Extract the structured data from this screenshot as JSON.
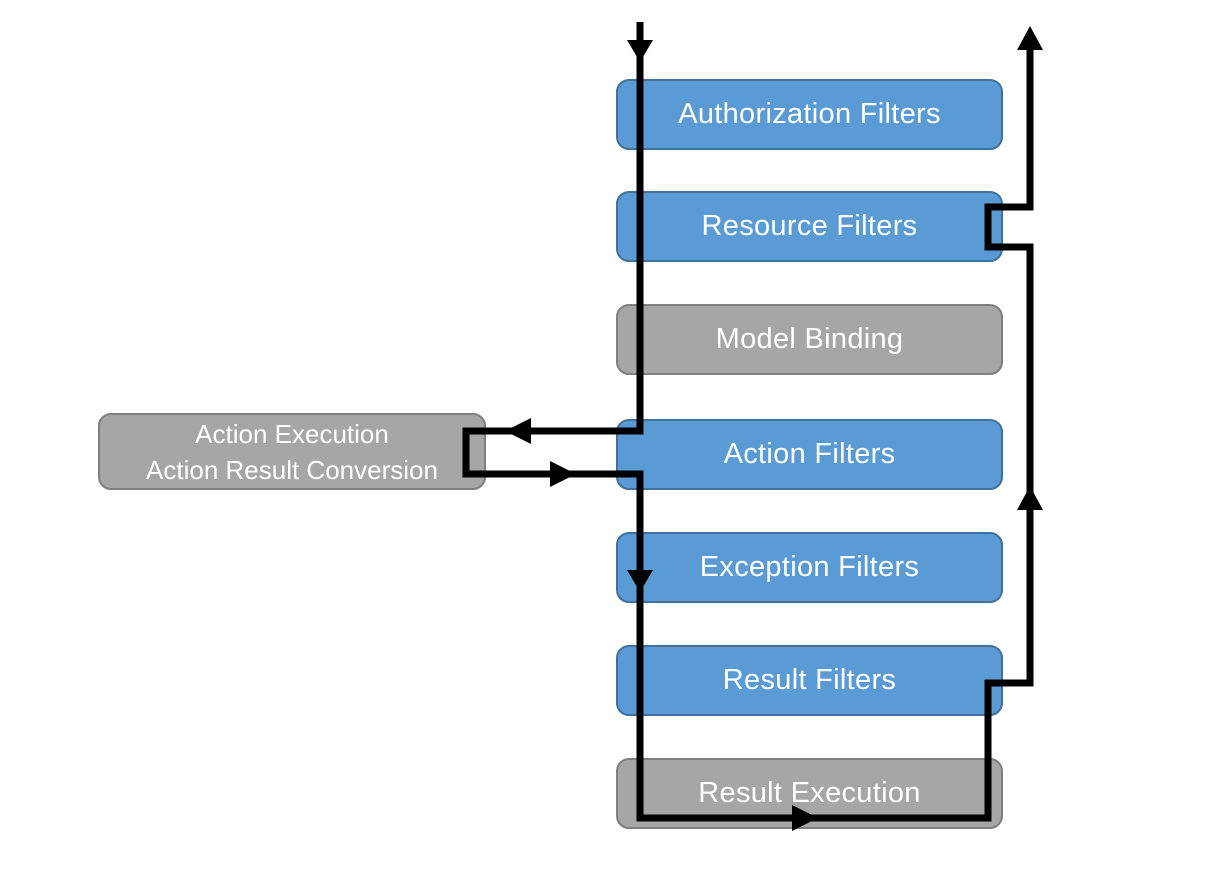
{
  "diagram": {
    "description": "Filter pipeline flow diagram",
    "pipeline_boxes": [
      {
        "label": "Authorization Filters",
        "color": "blue"
      },
      {
        "label": "Resource Filters",
        "color": "blue"
      },
      {
        "label": "Model Binding",
        "color": "gray"
      },
      {
        "label": "Action Filters",
        "color": "blue"
      },
      {
        "label": "Exception Filters",
        "color": "blue"
      },
      {
        "label": "Result Filters",
        "color": "blue"
      },
      {
        "label": "Result Execution",
        "color": "gray"
      }
    ],
    "side_box": {
      "line1": "Action Execution",
      "line2": "Action Result Conversion",
      "color": "gray"
    },
    "colors": {
      "blue_fill": "#5B9BD5",
      "blue_border": "#41719C",
      "gray_fill": "#A6A6A6",
      "gray_border": "#7F7F7F",
      "arrow": "#000000",
      "text": "#FFFFFF"
    }
  }
}
